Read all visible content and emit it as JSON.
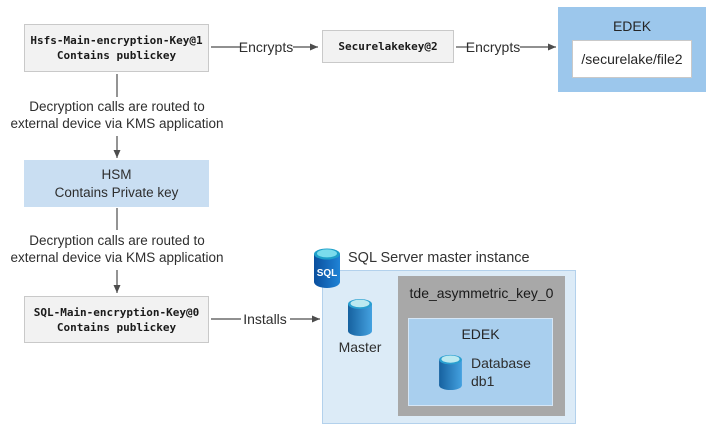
{
  "diagram": {
    "boxes": {
      "hsfs": {
        "line1": "Hsfs-Main-encryption-Key@1",
        "line2": "Contains publickey"
      },
      "securelake": {
        "label": "Securelakekey@2"
      },
      "edek": {
        "title": "EDEK",
        "file_path": "/securelake/file2"
      },
      "hsm": {
        "line1": "HSM",
        "line2": "Contains Private key"
      },
      "sql_main": {
        "line1": "SQL-Main-encryption-Key@0",
        "line2": "Contains publickey"
      }
    },
    "labels": {
      "encrypts_1": "Encrypts",
      "encrypts_2": "Encrypts",
      "installs": "Installs"
    },
    "notes": {
      "kms_top": {
        "line1": "Decryption calls are routed to",
        "line2": "external device via KMS application"
      },
      "kms_bottom": {
        "line1": "Decryption calls are routed to",
        "line2": "external device via KMS application"
      }
    },
    "sql_instance": {
      "title": "SQL Server master instance",
      "sql_icon": "sql-database-icon",
      "master": {
        "icon": "database-icon",
        "label": "Master"
      },
      "tde_key": {
        "title": "tde_asymmetric_key_0",
        "edek": {
          "title": "EDEK",
          "database": {
            "icon": "database-icon",
            "line1": "Database",
            "line2": "db1"
          }
        }
      }
    },
    "colors": {
      "key_box_bg": "#f2f2f2",
      "key_box_border": "#c9c9c9",
      "hsm_bg": "#c9def2",
      "edek_bg": "#9cc7ec",
      "container_bg": "#dcebf7",
      "container_border": "#b3d1ec",
      "tde_gray": "#a8a8a8",
      "inner_edek_bg": "#a9cfee",
      "connector": "#4d4d4d",
      "db_icon_blue": "#1e74c0",
      "db_icon_cyan": "#b8e9f0"
    }
  }
}
